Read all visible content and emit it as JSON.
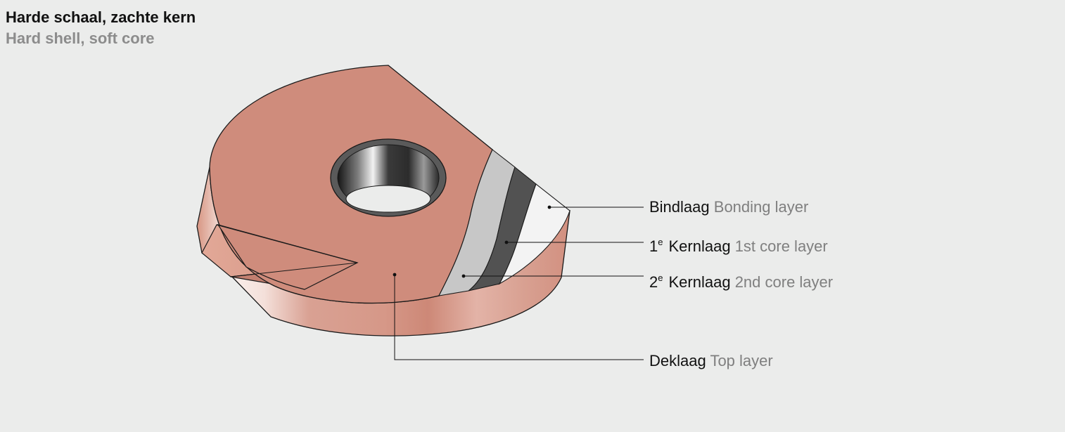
{
  "title": {
    "nl": "Harde schaal, zachte kern",
    "en": "Hard shell, soft core"
  },
  "labels": {
    "bonding": {
      "nl": "Bindlaag",
      "en": "Bonding layer"
    },
    "core1": {
      "num": "1",
      "sup": "e",
      "nl": "Kernlaag",
      "en": "1st core layer"
    },
    "core2": {
      "num": "2",
      "sup": "e",
      "nl": "Kernlaag",
      "en": "2nd core layer"
    },
    "top": {
      "nl": "Deklaag",
      "en": "Top layer"
    }
  },
  "colors": {
    "background": "#ebeceb",
    "top_layer": "#cf8c7c",
    "bonding_layer": "#f3f3f3",
    "core_layer_1": "#525252",
    "core_layer_2": "#c7c7c7",
    "hole": "#2a2a2a"
  }
}
